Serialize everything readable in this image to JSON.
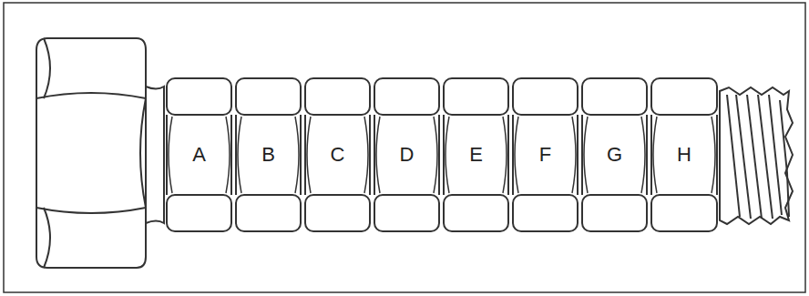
{
  "diagram": {
    "nodes": [
      {
        "text": [
          "A"
        ]
      },
      {
        "text": [
          "B"
        ]
      },
      {
        "text": [
          "C"
        ]
      },
      {
        "text": [
          "D"
        ]
      },
      {
        "text": [
          "E"
        ]
      },
      {
        "text": [
          "F"
        ]
      },
      {
        "text": [
          "G"
        ]
      },
      {
        "text": [
          "H"
        ]
      }
    ]
  }
}
